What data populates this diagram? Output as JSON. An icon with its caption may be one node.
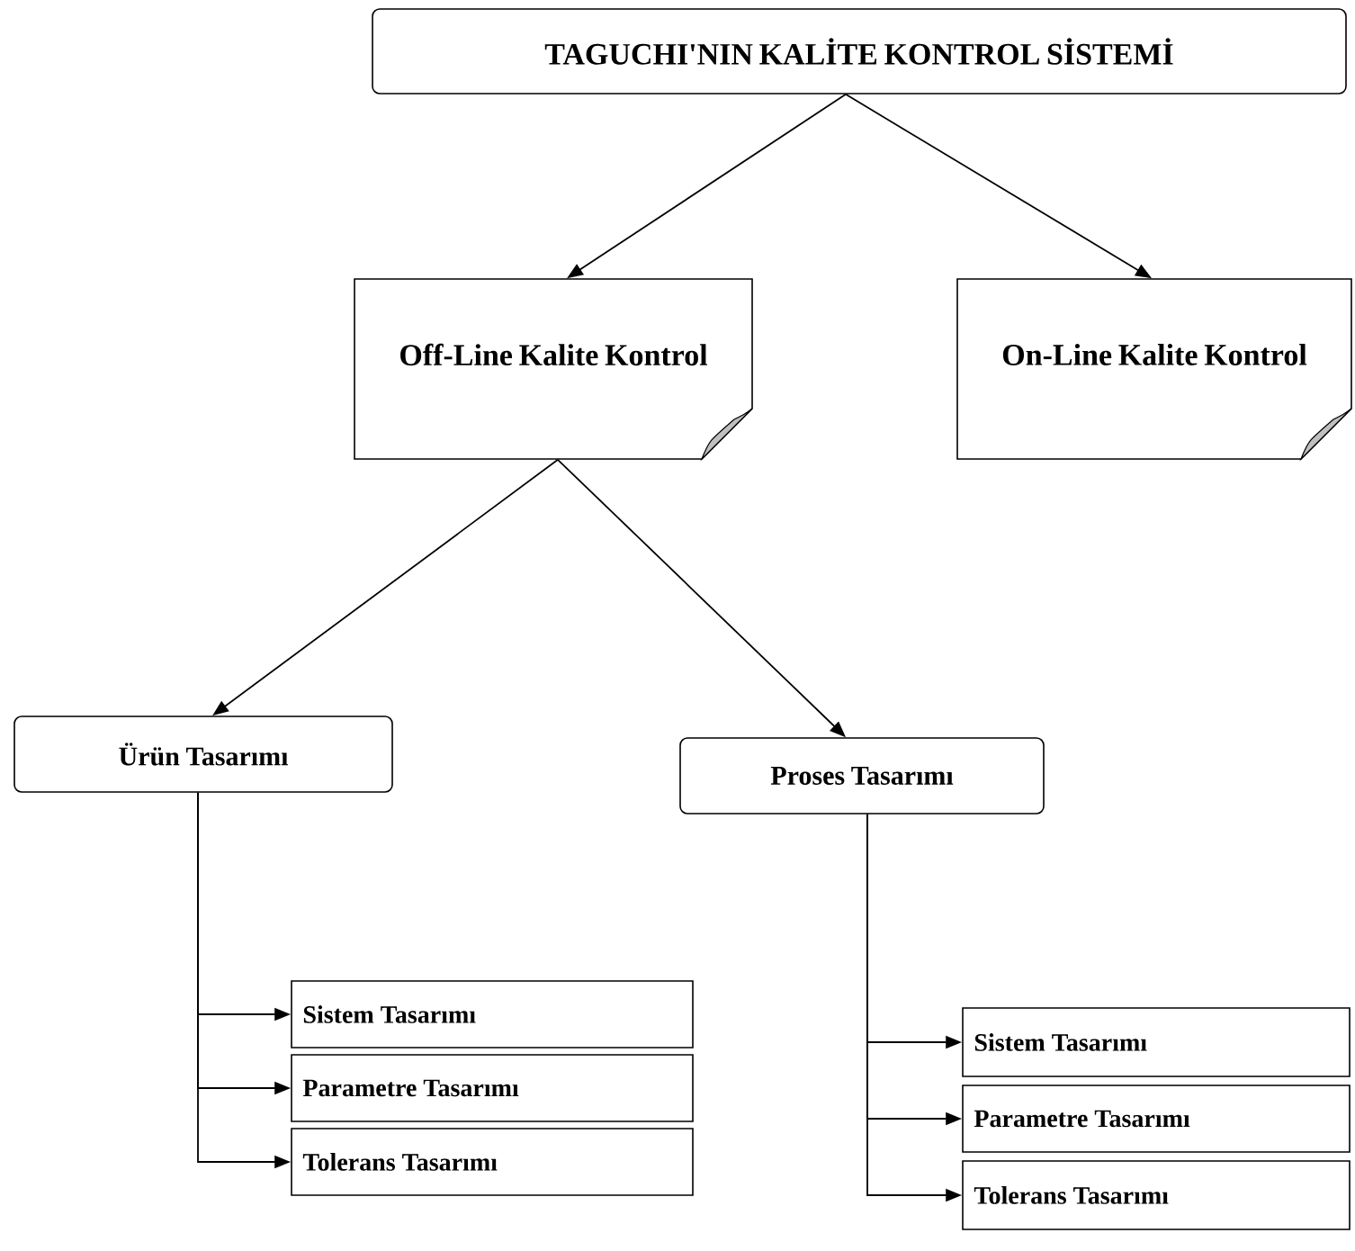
{
  "diagram": {
    "nodes": [
      {
        "text": [
          "TAGUCHI'NIN KALİTE KONTROL SİSTEMİ"
        ]
      },
      {
        "text": [
          "Off-Line Kalite Kontrol"
        ]
      },
      {
        "text": [
          "On-Line Kalite Kontrol"
        ]
      },
      {
        "text": [
          "Ürün Tasarımı"
        ]
      },
      {
        "text": [
          "Proses Tasarımı"
        ]
      },
      {
        "text": [
          "Sistem Tasarımı"
        ]
      },
      {
        "text": [
          "Parametre Tasarımı"
        ]
      },
      {
        "text": [
          "Tolerans Tasarımı"
        ]
      },
      {
        "text": [
          "Sistem Tasarımı"
        ]
      },
      {
        "text": [
          "Parametre Tasarımı"
        ]
      },
      {
        "text": [
          "Tolerans Tasarımı"
        ]
      }
    ],
    "edges": [
      {
        "from": 0,
        "to": 1,
        "arrow": "to"
      },
      {
        "from": 0,
        "to": 2,
        "arrow": "to"
      },
      {
        "from": 1,
        "to": 3,
        "arrow": "to"
      },
      {
        "from": 1,
        "to": 4,
        "arrow": "to"
      },
      {
        "from": 3,
        "to": 5,
        "arrow": "to"
      },
      {
        "from": 3,
        "to": 6,
        "arrow": "to"
      },
      {
        "from": 3,
        "to": 7,
        "arrow": "to"
      },
      {
        "from": 4,
        "to": 8,
        "arrow": "to"
      },
      {
        "from": 4,
        "to": 9,
        "arrow": "to"
      },
      {
        "from": 4,
        "to": 10,
        "arrow": "to"
      }
    ]
  }
}
